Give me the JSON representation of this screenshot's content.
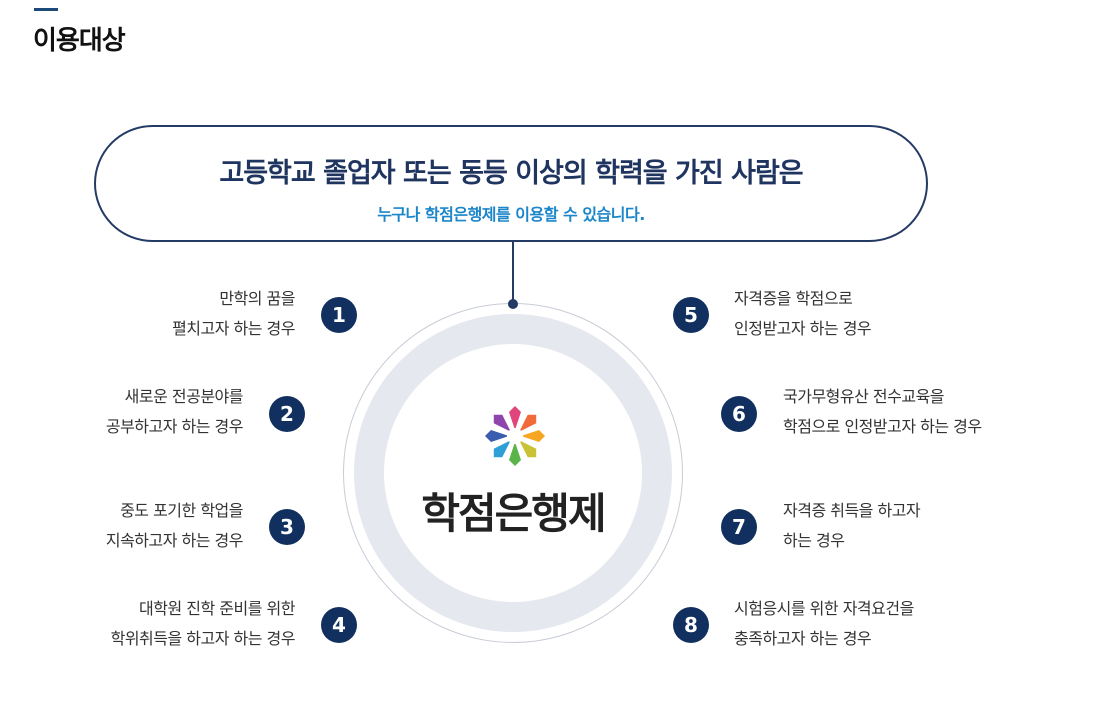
{
  "page": {
    "title": "이용대상"
  },
  "banner": {
    "main": "고등학교 졸업자 또는 동등 이상의 학력을 가진 사람은",
    "sub": "누구나 학점은행제를 이용할 수 있습니다."
  },
  "center": {
    "logo_text": "학점은행제",
    "icon": "flower-logo-icon"
  },
  "cases": [
    {
      "number": "1",
      "line1": "만학의 꿈을",
      "line2": "펼치고자 하는 경우"
    },
    {
      "number": "2",
      "line1": "새로운 전공분야를",
      "line2": "공부하고자 하는 경우"
    },
    {
      "number": "3",
      "line1": "중도 포기한 학업을",
      "line2": "지속하고자 하는 경우"
    },
    {
      "number": "4",
      "line1": "대학원 진학 준비를 위한",
      "line2": "학위취득을 하고자 하는 경우"
    },
    {
      "number": "5",
      "line1": "자격증을 학점으로",
      "line2": "인정받고자 하는 경우"
    },
    {
      "number": "6",
      "line1": "국가무형유산 전수교육을",
      "line2": "학점으로 인정받고자 하는 경우"
    },
    {
      "number": "7",
      "line1": "자격증 취득을 하고자",
      "line2": "하는 경우"
    },
    {
      "number": "8",
      "line1": "시험응시를 위한 자격요건을",
      "line2": "충족하고자 하는 경우"
    }
  ],
  "colors": {
    "navy": "#11305f",
    "accent": "#1b86c9",
    "ring": "#e5e8ee"
  }
}
